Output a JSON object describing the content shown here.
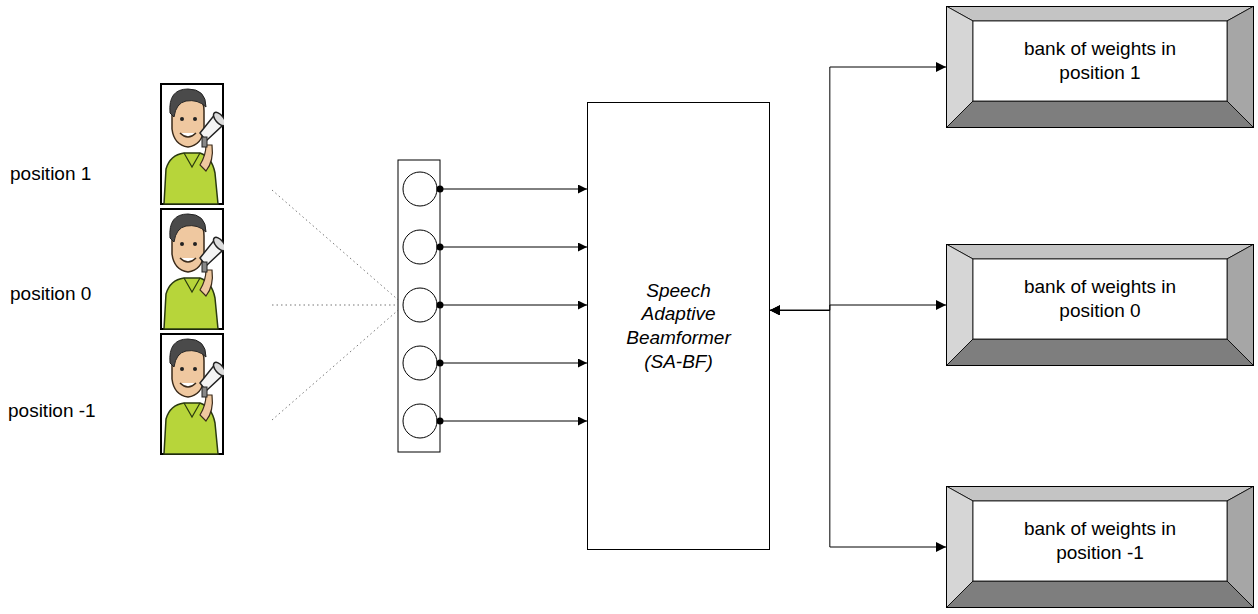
{
  "diagram": {
    "nodes": [
      {
        "text": [
          "Speech Adaptive Beamformer (SA-BF)"
        ]
      },
      {
        "text": [
          "bank of weights in position 1"
        ]
      },
      {
        "text": [
          "bank of weights in position 0"
        ]
      },
      {
        "text": [
          "bank of weights in position -1"
        ]
      }
    ],
    "edges": [
      {
        "from": 0,
        "to": 1,
        "arrow": "both"
      },
      {
        "from": 0,
        "to": 2,
        "arrow": "both"
      },
      {
        "from": 0,
        "to": 3,
        "arrow": "both"
      }
    ],
    "labels": [
      "position 1",
      "position 0",
      "position -1"
    ]
  }
}
